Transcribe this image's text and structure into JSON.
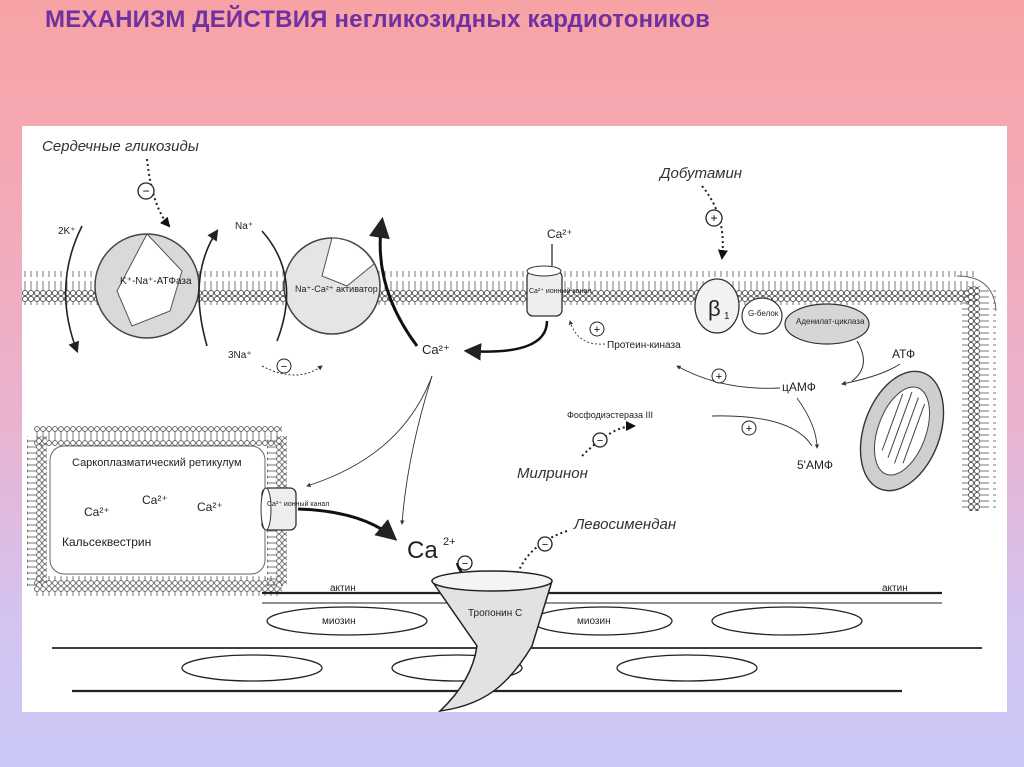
{
  "title": {
    "part1": "МЕХАНИЗМ ДЕЙСТВИЯ",
    "part2": "негликозидных кардиотоников"
  },
  "diagram": {
    "cardiac_glycosides": "Сердечные гликозиды",
    "dobutamine": "Добутамин",
    "milrinone": "Милринон",
    "levosimendan": "Левосимендан",
    "k2": "2K⁺",
    "na_top": "Na⁺",
    "na3": "3Na⁺",
    "pump_label": "K⁺-Na⁺-АТФаза",
    "exchanger_label": "Na⁺-Ca²⁺ активатор",
    "ca_top": "Ca²⁺",
    "ca_channel": "Ca²⁺ ионный канал",
    "ca_cytosol": "Ca²⁺",
    "beta1": "β",
    "beta1_sub": "1",
    "g_protein": "G-белок",
    "adenylate_cyclase": "Аденилат-циклаза",
    "atp": "АТФ",
    "camp": "цАМФ",
    "amp5": "5'АМФ",
    "protein_kinase": "Протеин-киназа",
    "pde3": "Фосфодиэстераза III",
    "sr_title": "Саркоплазматический ретикулум",
    "sr_ca1": "Ca²⁺",
    "sr_ca2": "Ca²⁺",
    "sr_ca3": "Ca²⁺",
    "calsequestrin": "Кальсеквестрин",
    "sr_channel": "Ca²⁺ ионный канал",
    "ca_big": "Ca",
    "ca_big_sup": "2+",
    "actin_left": "актин",
    "actin_right": "актин",
    "myosin_left": "миозин",
    "myosin_right": "миозин",
    "troponin": "Тропонин С",
    "plus": "+",
    "minus": "−"
  },
  "colors": {
    "title": "#7030a0",
    "membrane": "#777777",
    "ink": "#222222",
    "fill_gray": "#dddddd"
  }
}
